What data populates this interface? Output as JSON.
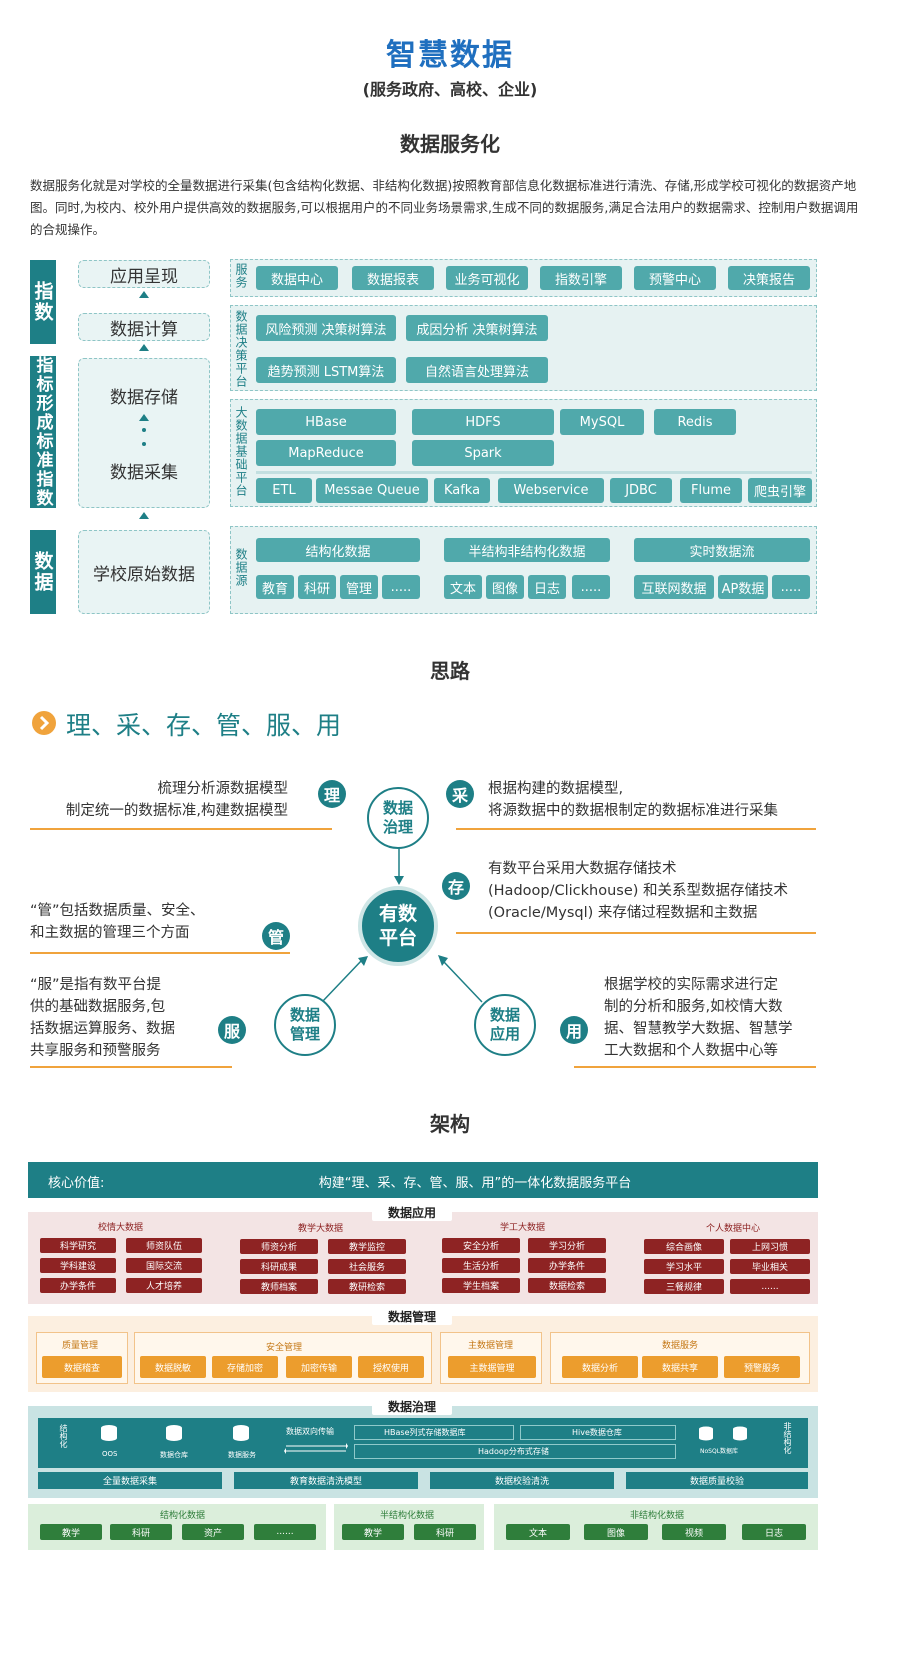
{
  "header": {
    "title": "智慧数据",
    "subtitle": "(服务政府、高校、企业)"
  },
  "service": {
    "heading": "数据服务化",
    "para": "数据服务化就是对学校的全量数据进行采集(包含结构化数据、非结构化数据)按照教育部信息化数据标准进行清洗、存储,形成学校可视化的数据资产地图。同时,为校内、校外用户提供高效的数据服务,可以根据用户的不同业务场景需求,生成不同的数据服务,满足合法用户的数据需求、控制用户数据调用的合规操作。",
    "side": {
      "a": "指数",
      "b": "指标形成标准指数",
      "c": "数据"
    },
    "flow": {
      "app": "应用呈现",
      "calc": "数据计算",
      "store": "数据存储",
      "collect": "数据采集",
      "raw": "学校原始数据"
    },
    "rows": {
      "svc": {
        "label": "服务",
        "items": [
          "数据中心",
          "数据报表",
          "业务可视化",
          "指数引擎",
          "预警中心",
          "决策报告"
        ]
      },
      "dec": {
        "label": "数据决策平台",
        "items": [
          "风险预测 决策树算法",
          "成因分析 决策树算法",
          "趋势预测 LSTM算法",
          "自然语言处理算法"
        ]
      },
      "big": {
        "label": "大数据基础平台",
        "items": [
          "HBase",
          "HDFS",
          "MySQL",
          "Redis",
          "MapReduce",
          "Spark",
          "ETL",
          "Messae Queue",
          "Kafka",
          "Webservice",
          "JDBC",
          "Flume",
          "爬虫引擎"
        ]
      },
      "src": {
        "label": "数据源",
        "groups": [
          "结构化数据",
          "半结构非结构化数据",
          "实时数据流"
        ],
        "items": [
          "教育",
          "科研",
          "管理",
          ".....",
          "文本",
          "图像",
          "日志",
          ".....",
          "互联网数据",
          "AP数据",
          "....."
        ]
      }
    }
  },
  "idea": {
    "heading": "思路",
    "sub": "理、采、存、管、服、用",
    "li": {
      "badge": "理",
      "text": [
        "梳理分析源数据模型",
        "制定统一的数据标准,构建数据模型"
      ]
    },
    "cai": {
      "badge": "采",
      "text": [
        "根据构建的数据模型,",
        "将源数据中的数据根制定的数据标准进行采集"
      ]
    },
    "cun": {
      "badge": "存",
      "text": [
        "有数平台采用大数据存储技术",
        "(Hadoop/Clickhouse) 和关系型数据存储技术",
        "(Oracle/Mysql) 来存储过程数据和主数据"
      ]
    },
    "guan": {
      "badge": "管",
      "text": [
        "“管”包括数据质量、安全、",
        "和主数据的管理三个方面"
      ]
    },
    "fu": {
      "badge": "服",
      "text": [
        "“服”是指有数平台提",
        "供的基础数据服务,包",
        "括数据运算服务、数据",
        "共享服务和预警服务"
      ]
    },
    "yong": {
      "badge": "用",
      "text": [
        "根据学校的实际需求进行定",
        "制的分析和服务,如校情大数",
        "据、智慧教学大数据、智慧学",
        "工大数据和个人数据中心等"
      ]
    },
    "center": "有数平台",
    "c1": "数据治理",
    "c2": "数据管理",
    "c3": "数据应用"
  },
  "arch": {
    "heading": "架构",
    "core": "核心价值:",
    "coreText": "构建“理、采、存、管、服、用”的一体化数据服务平台",
    "app": {
      "tag": "数据应用",
      "groups": [
        {
          "title": "校情大数据",
          "items": [
            "科学研究",
            "师资队伍",
            "学科建设",
            "国际交流",
            "办学条件",
            "人才培养"
          ]
        },
        {
          "title": "教学大数据",
          "items": [
            "师资分析",
            "教学监控",
            "科研成果",
            "社会服务",
            "教师档案",
            "教研检索"
          ]
        },
        {
          "title": "学工大数据",
          "items": [
            "安全分析",
            "学习分析",
            "生活分析",
            "办学条件",
            "学生档案",
            "数据检索"
          ]
        },
        {
          "title": "个人数据中心",
          "items": [
            "综合画像",
            "上网习惯",
            "学习水平",
            "毕业相关",
            "三餐规律",
            "......"
          ]
        }
      ]
    },
    "mgmt": {
      "tag": "数据管理",
      "groups": [
        {
          "title": "质量管理",
          "items": [
            "数据稽查"
          ]
        },
        {
          "title": "安全管理",
          "items": [
            "数据脱敏",
            "存储加密",
            "加密传输",
            "授权使用"
          ]
        },
        {
          "title": "主数据管理",
          "items": [
            "主数据管理"
          ]
        },
        {
          "title": "数据服务",
          "items": [
            "数据分析",
            "数据共享",
            "预警服务"
          ]
        }
      ]
    },
    "gov": {
      "tag": "数据治理",
      "left": "结构化",
      "items": [
        "OOS",
        "数据仓库",
        "数据服务"
      ],
      "transfer": "数据双向传输",
      "hbase": "HBase列式存储数据库",
      "hive": "Hive数据仓库",
      "hadoop": "Hadoop分布式存储",
      "nosql": "NoSQL数据库",
      "right": "非结构化",
      "bottom": [
        "全量数据采集",
        "教育数据清洗模型",
        "数据校验清洗",
        "数据质量校验"
      ]
    },
    "src": {
      "groups": [
        {
          "title": "结构化数据",
          "items": [
            "教学",
            "科研",
            "资产",
            "......"
          ]
        },
        {
          "title": "半结构化数据",
          "items": [
            "教学",
            "科研"
          ]
        },
        {
          "title": "非结构化数据",
          "items": [
            "文本",
            "图像",
            "视频",
            "日志"
          ]
        }
      ]
    }
  }
}
